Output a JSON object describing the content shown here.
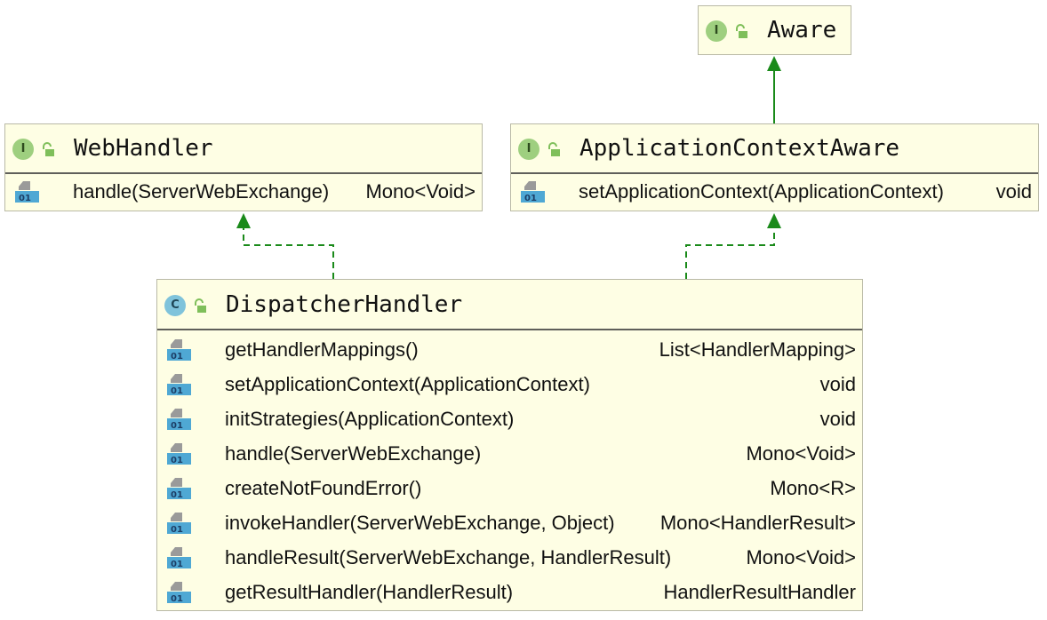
{
  "diagram": {
    "aware": {
      "name": "Aware",
      "kind": "I"
    },
    "web_handler": {
      "name": "WebHandler",
      "kind": "I",
      "methods": [
        {
          "signature": "handle(ServerWebExchange)",
          "returns": "Mono<Void>"
        }
      ]
    },
    "application_context_aware": {
      "name": "ApplicationContextAware",
      "kind": "I",
      "methods": [
        {
          "signature": "setApplicationContext(ApplicationContext)",
          "returns": "void"
        }
      ]
    },
    "dispatcher_handler": {
      "name": "DispatcherHandler",
      "kind": "C",
      "methods": [
        {
          "signature": "getHandlerMappings()",
          "returns": "List<HandlerMapping>"
        },
        {
          "signature": "setApplicationContext(ApplicationContext)",
          "returns": "void"
        },
        {
          "signature": "initStrategies(ApplicationContext)",
          "returns": "void"
        },
        {
          "signature": "handle(ServerWebExchange)",
          "returns": "Mono<Void>"
        },
        {
          "signature": "createNotFoundError()",
          "returns": "Mono<R>"
        },
        {
          "signature": "invokeHandler(ServerWebExchange, Object)",
          "returns": "Mono<HandlerResult>"
        },
        {
          "signature": "handleResult(ServerWebExchange, HandlerResult)",
          "returns": "Mono<Void>"
        },
        {
          "signature": "getResultHandler(HandlerResult)",
          "returns": "HandlerResultHandler"
        }
      ]
    },
    "method_icon_label": "01",
    "colors": {
      "box_fill": "#fefee4",
      "arrow": "#1a8a1a",
      "interface_badge": "#9ecf7f",
      "class_badge": "#7fc3db"
    }
  }
}
